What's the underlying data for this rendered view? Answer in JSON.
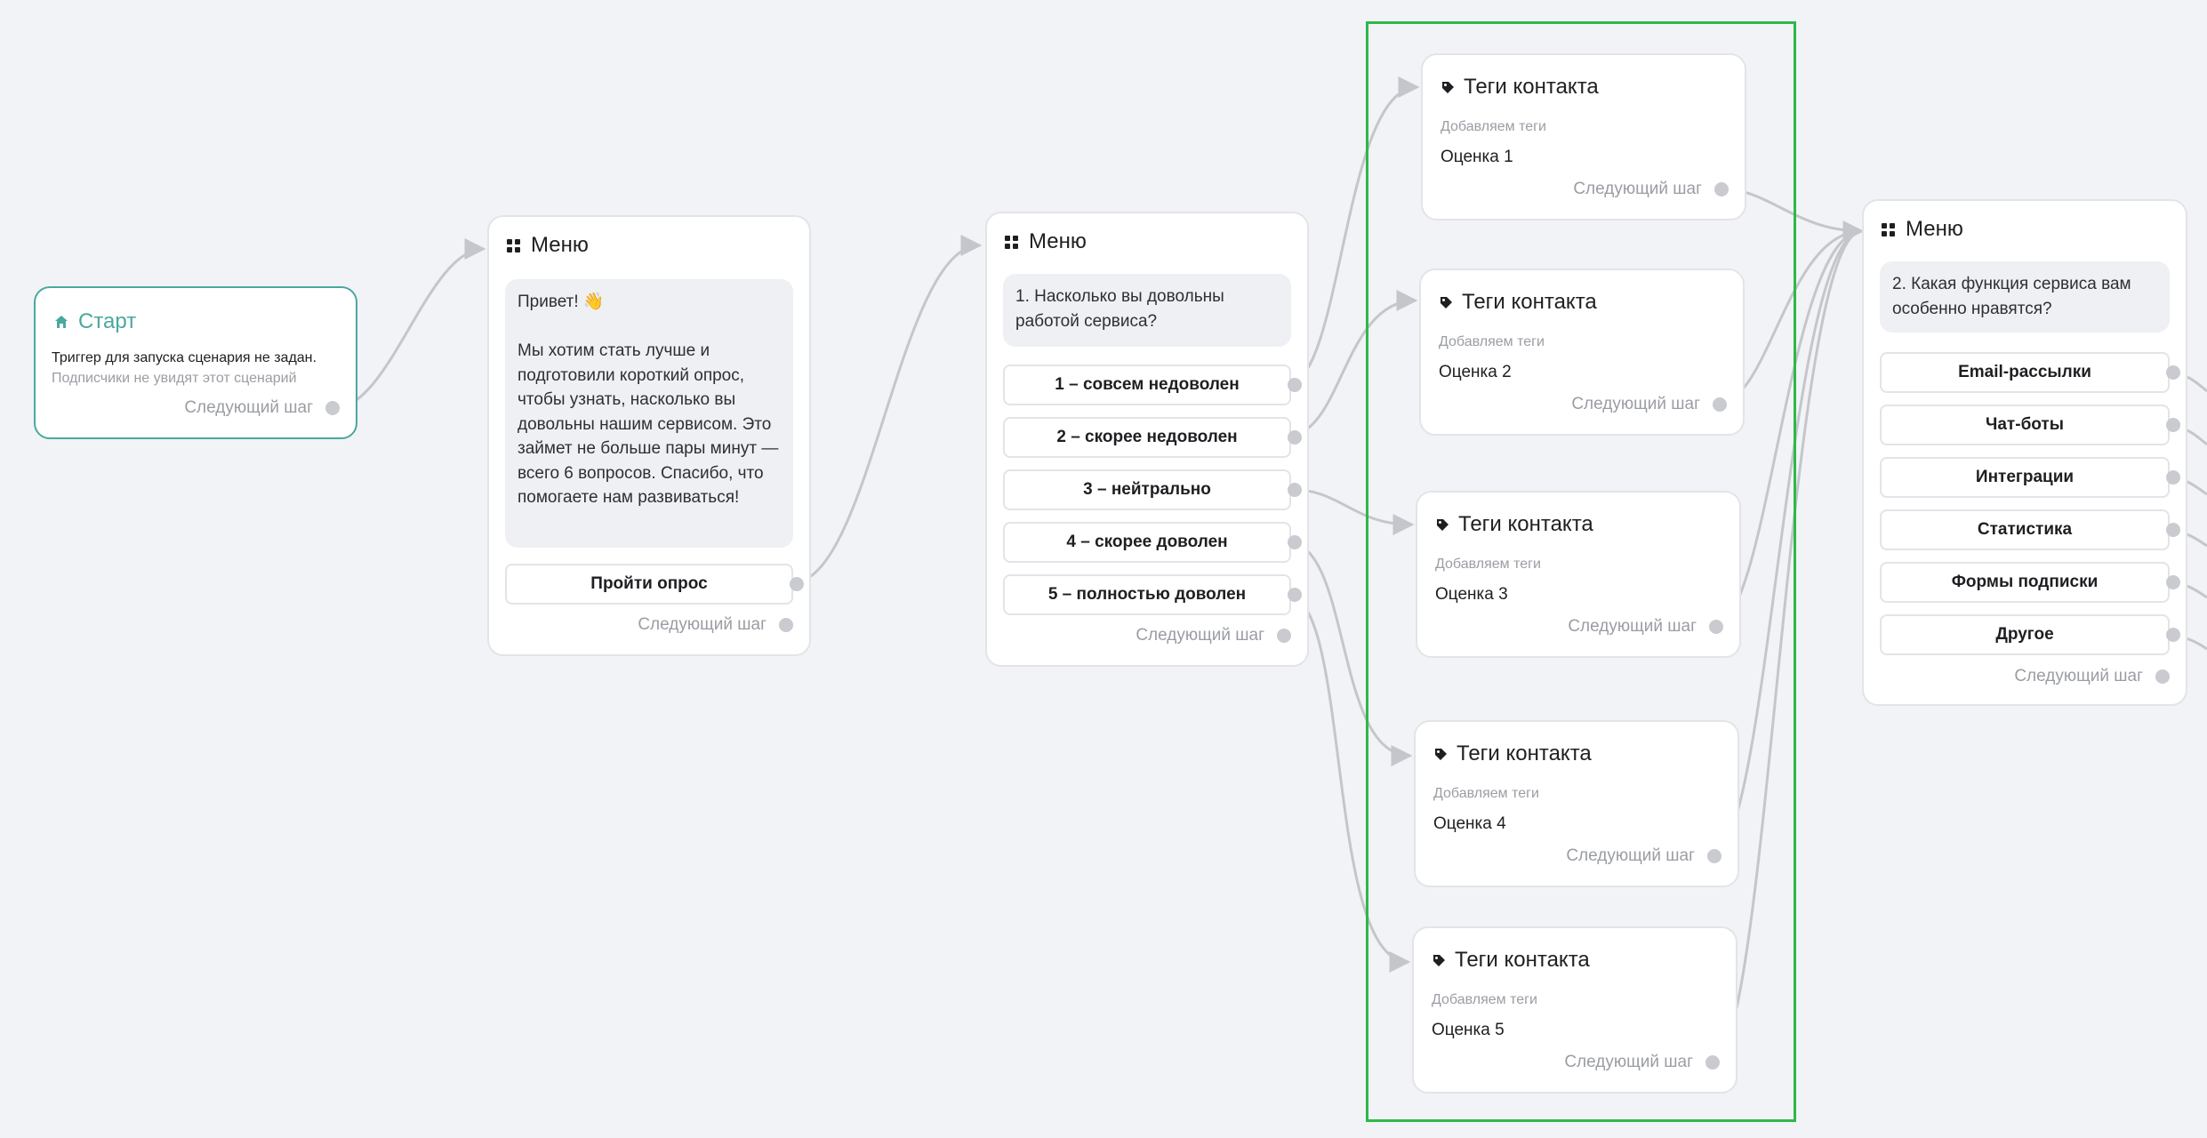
{
  "start": {
    "title": "Старт",
    "trigger_line1": "Триггер для запуска сценария не задан.",
    "trigger_line2": "Подписчики не увидят этот сценарий",
    "next_step": "Следующий шаг"
  },
  "menu1": {
    "title": "Меню",
    "message": "Привет! 👋\n\nМы хотим стать лучше и подготовили короткий опрос, чтобы узнать, насколько вы довольны нашим сервисом. Это займет не больше пары минут — всего 6 вопросов. Спасибо, что помогаете нам развиваться!",
    "button": "Пройти опрос",
    "next_step": "Следующий шаг"
  },
  "menu2": {
    "title": "Меню",
    "question": "1. Насколько вы довольны работой сервиса?",
    "options": [
      "1 – совсем недоволен",
      "2 – скорее недоволен",
      "3 – нейтрально",
      "4 – скорее доволен",
      "5 – полностью доволен"
    ],
    "next_step": "Следующий шаг"
  },
  "tags": [
    {
      "title": "Теги контакта",
      "subtitle": "Добавляем теги",
      "value": "Оценка 1",
      "next_step": "Следующий шаг"
    },
    {
      "title": "Теги контакта",
      "subtitle": "Добавляем теги",
      "value": "Оценка 2",
      "next_step": "Следующий шаг"
    },
    {
      "title": "Теги контакта",
      "subtitle": "Добавляем теги",
      "value": "Оценка 3",
      "next_step": "Следующий шаг"
    },
    {
      "title": "Теги контакта",
      "subtitle": "Добавляем теги",
      "value": "Оценка 4",
      "next_step": "Следующий шаг"
    },
    {
      "title": "Теги контакта",
      "subtitle": "Добавляем теги",
      "value": "Оценка 5",
      "next_step": "Следующий шаг"
    }
  ],
  "menu3": {
    "title": "Меню",
    "question": "2. Какая функция сервиса вам особенно нравятся?",
    "options": [
      "Email-рассылки",
      "Чат-боты",
      "Интеграции",
      "Статистика",
      "Формы подписки",
      "Другое"
    ],
    "next_step": "Следующий шаг"
  },
  "colors": {
    "accent_start": "#4aa89e",
    "selection": "#2eb84a",
    "wire": "#c4c6cb",
    "background": "#f1f3f6"
  }
}
